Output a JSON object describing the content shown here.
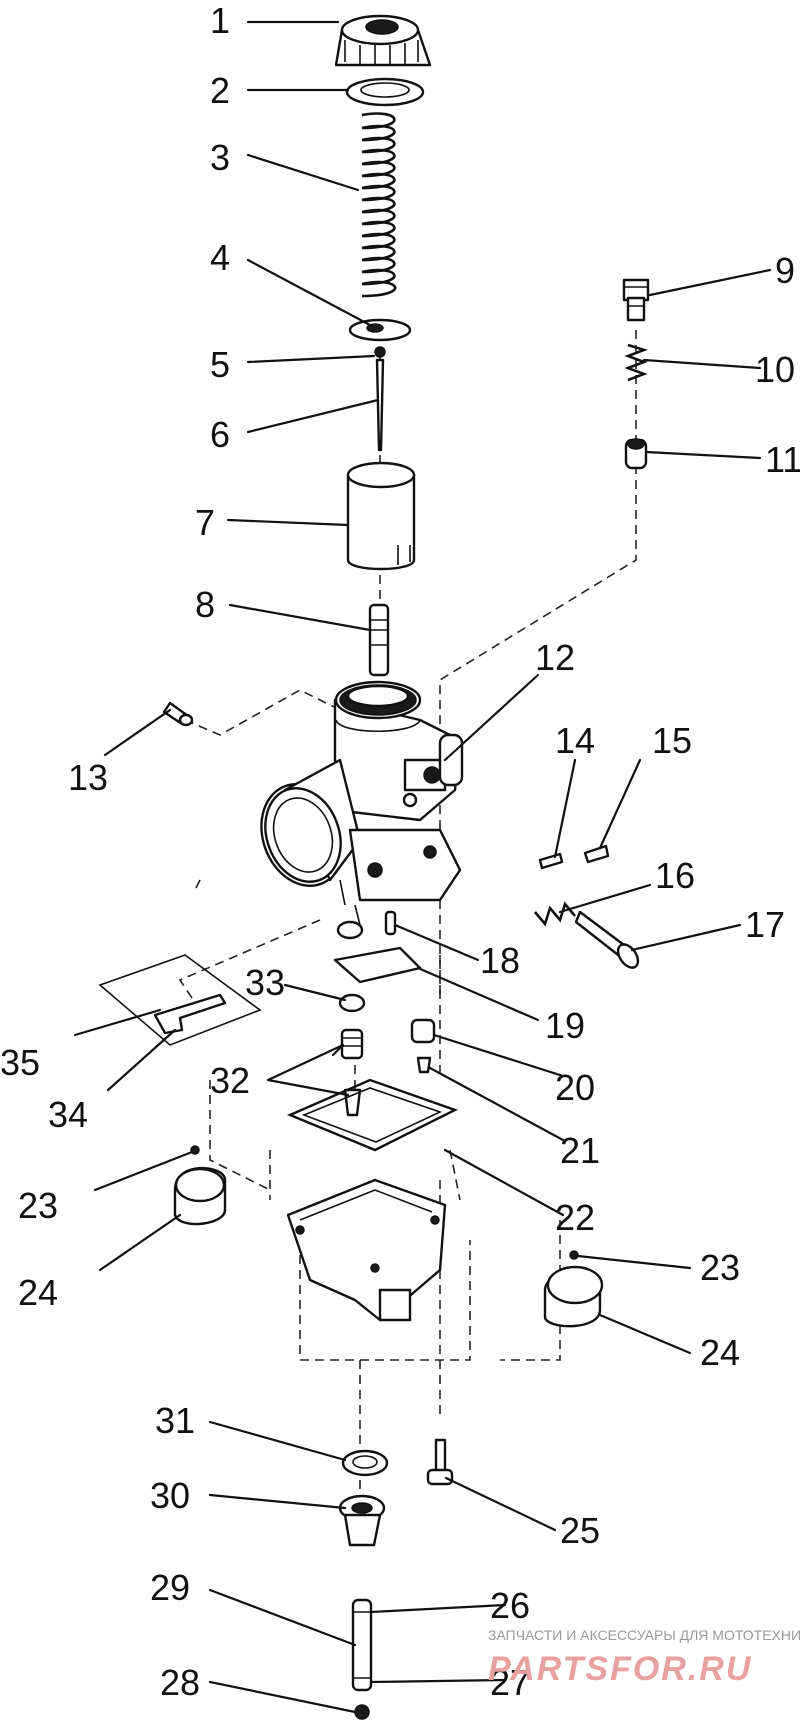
{
  "callouts": [
    {
      "id": "c1",
      "label": "1"
    },
    {
      "id": "c2",
      "label": "2"
    },
    {
      "id": "c3",
      "label": "3"
    },
    {
      "id": "c4",
      "label": "4"
    },
    {
      "id": "c5",
      "label": "5"
    },
    {
      "id": "c6",
      "label": "6"
    },
    {
      "id": "c7",
      "label": "7"
    },
    {
      "id": "c8",
      "label": "8"
    },
    {
      "id": "c9",
      "label": "9"
    },
    {
      "id": "c10",
      "label": "10"
    },
    {
      "id": "c11",
      "label": "11"
    },
    {
      "id": "c12",
      "label": "12"
    },
    {
      "id": "c13",
      "label": "13"
    },
    {
      "id": "c14",
      "label": "14"
    },
    {
      "id": "c15",
      "label": "15"
    },
    {
      "id": "c16",
      "label": "16"
    },
    {
      "id": "c17",
      "label": "17"
    },
    {
      "id": "c18",
      "label": "18"
    },
    {
      "id": "c19",
      "label": "19"
    },
    {
      "id": "c20",
      "label": "20"
    },
    {
      "id": "c21",
      "label": "21"
    },
    {
      "id": "c22",
      "label": "22"
    },
    {
      "id": "c23a",
      "label": "23"
    },
    {
      "id": "c23b",
      "label": "23"
    },
    {
      "id": "c24a",
      "label": "24"
    },
    {
      "id": "c24b",
      "label": "24"
    },
    {
      "id": "c25",
      "label": "25"
    },
    {
      "id": "c26",
      "label": "26"
    },
    {
      "id": "c27",
      "label": "27"
    },
    {
      "id": "c28",
      "label": "28"
    },
    {
      "id": "c29",
      "label": "29"
    },
    {
      "id": "c30",
      "label": "30"
    },
    {
      "id": "c31",
      "label": "31"
    },
    {
      "id": "c32",
      "label": "32"
    },
    {
      "id": "c33",
      "label": "33"
    },
    {
      "id": "c34",
      "label": "34"
    },
    {
      "id": "c35",
      "label": "35"
    }
  ],
  "watermark": {
    "tagline": "ЗАПЧАСТИ И АКСЕССУАРЫ ДЛЯ МОТОТЕХНИКИ",
    "logo": "PARTSFOR.RU",
    "color": "#e8a0a0"
  }
}
